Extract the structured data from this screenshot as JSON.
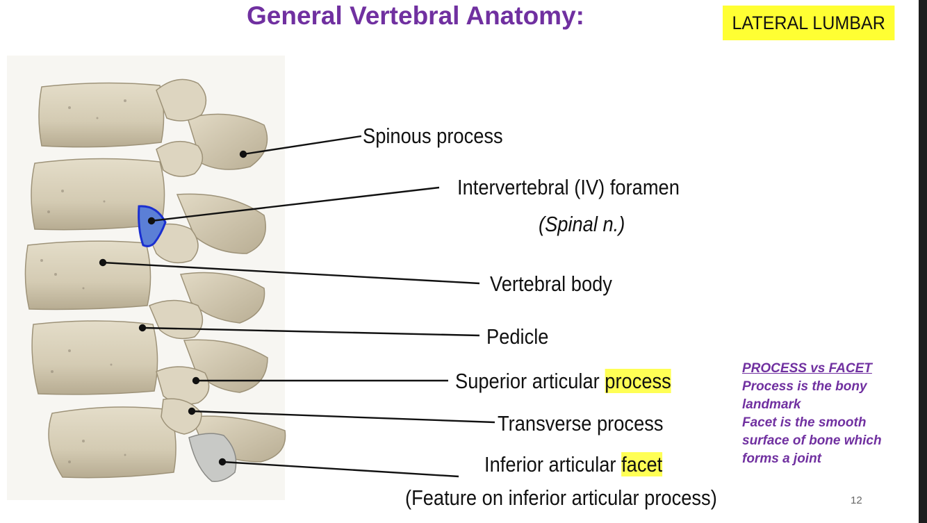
{
  "slide": {
    "title": "General Vertebral Anatomy:",
    "badge": "LATERAL LUMBAR",
    "page_number": "12"
  },
  "labels": {
    "spinous_process": "Spinous process",
    "iv_foramen": "Intervertebral (IV) foramen",
    "iv_foramen_sub": "(Spinal n.)",
    "vertebral_body": "Vertebral body",
    "pedicle": "Pedicle",
    "superior_articular_prefix": "Superior articular ",
    "superior_articular_highlight": "process",
    "transverse_process": "Transverse process",
    "inferior_articular_prefix": "Inferior articular ",
    "inferior_articular_highlight": "facet",
    "inferior_articular_sub": "(Feature on inferior articular process)"
  },
  "note": {
    "title": "PROCESS vs FACET",
    "line1": "Process is the bony landmark",
    "line2": "Facet is the smooth surface of bone which forms a joint"
  },
  "colors": {
    "title": "#7030a0",
    "badge_bg": "#ffff33",
    "highlight": "#ffff55",
    "foramen_fill": "#5b7fd6",
    "foramen_stroke": "#1a2fd0",
    "bone": "#d9d2bd",
    "bone_shadow": "#b5ab91"
  }
}
